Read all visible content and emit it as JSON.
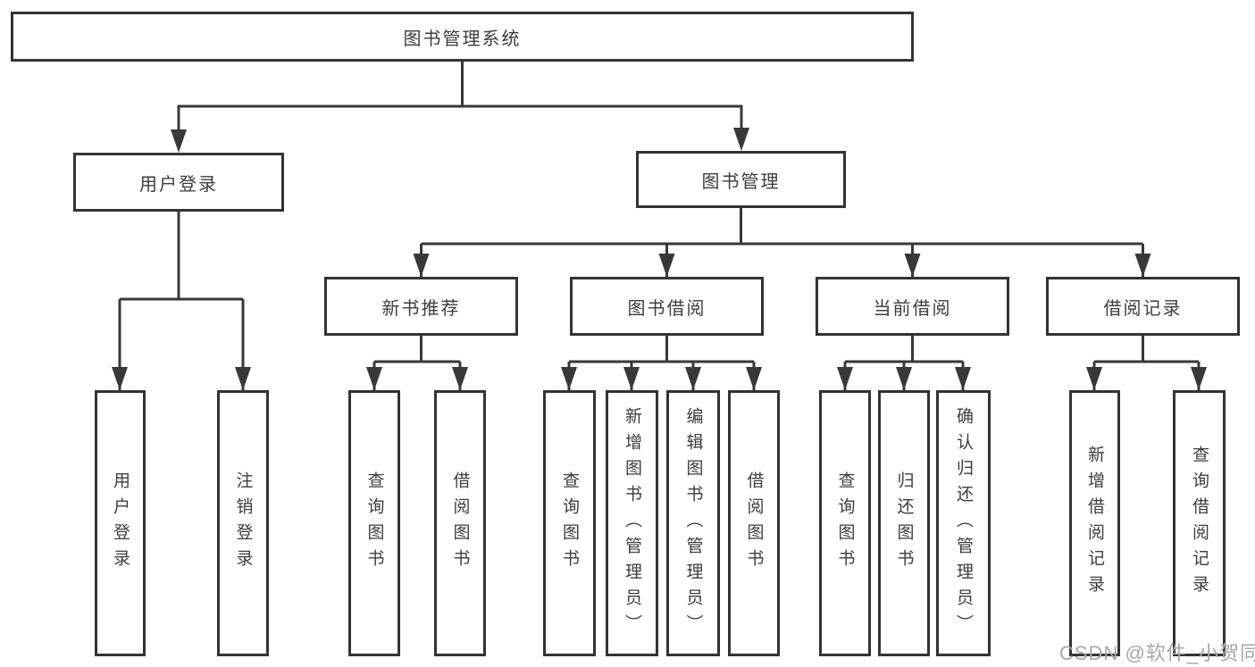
{
  "colors": {
    "background": "#ffffff",
    "box_fill": "#ffffff",
    "border": "#333333",
    "line": "#383838",
    "text": "#3d3d3d",
    "watermark": "#a8a8a8"
  },
  "nodes": {
    "system": "图书管理系统",
    "user_login": "用户登录",
    "book_management": "图书管理",
    "new_book_recommend": "新书推荐",
    "book_borrowing": "图书借阅",
    "current_borrowing": "当前借阅",
    "borrowing_records": "借阅记录",
    "user_login_leaf": "用户登录",
    "logout_leaf": "注销登录",
    "recommend_query_books": "查询图书",
    "recommend_borrow_books": "借阅图书",
    "borrowing_query_books": "查询图书",
    "borrowing_add_books": "新增图书（管理员）",
    "borrowing_edit_books": "编辑图书（管理员）",
    "borrowing_borrow_books": "借阅图书",
    "current_query_books": "查询图书",
    "current_return_books": "归还图书",
    "current_confirm_return": "确认归还（管理员）",
    "records_add_record": "新增借阅记录",
    "records_query_record": "查询借阅记录"
  },
  "hierarchy": {
    "图书管理系统": [
      "用户登录",
      "图书管理"
    ],
    "用户登录": [
      "用户登录",
      "注销登录"
    ],
    "图书管理": [
      "新书推荐",
      "图书借阅",
      "当前借阅",
      "借阅记录"
    ],
    "新书推荐": [
      "查询图书",
      "借阅图书"
    ],
    "图书借阅": [
      "查询图书",
      "新增图书（管理员）",
      "编辑图书（管理员）",
      "借阅图书"
    ],
    "当前借阅": [
      "查询图书",
      "归还图书",
      "确认归还（管理员）"
    ],
    "借阅记录": [
      "新增借阅记录",
      "查询借阅记录"
    ]
  },
  "watermark": {
    "text": "CSDN @软件_小贺同学"
  }
}
